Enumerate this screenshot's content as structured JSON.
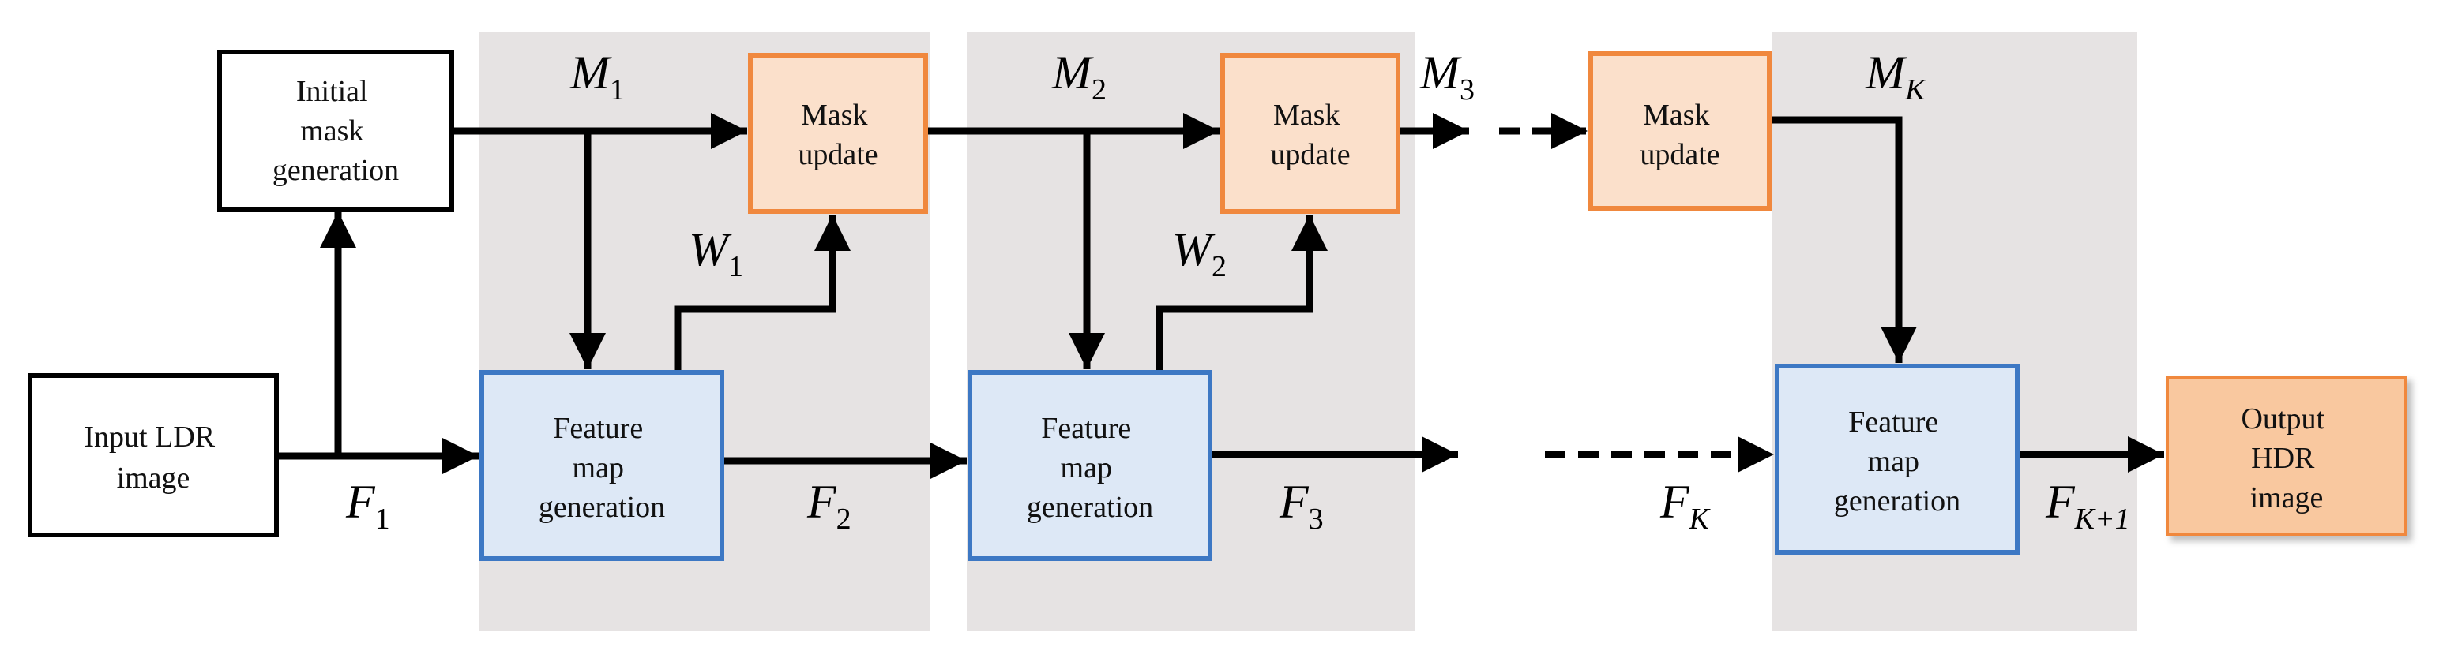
{
  "colors": {
    "stage_shade": "#e6e3e3",
    "feature_fill": "#dde8f6",
    "feature_stroke": "#3d78c4",
    "mask_fill": "#fbe0cb",
    "mask_stroke": "#f0883e",
    "output_fill": "#f9c89f",
    "plain_stroke": "#000000",
    "arrow": "#000000"
  },
  "boxes": {
    "input": [
      "Input LDR",
      "image"
    ],
    "initial_mask": [
      "Initial",
      "mask",
      "generation"
    ],
    "mask_update_1": [
      "Mask",
      "update"
    ],
    "mask_update_2": [
      "Mask",
      "update"
    ],
    "mask_update_k": [
      "Mask",
      "update"
    ],
    "feature_1": [
      "Feature",
      "map",
      "generation"
    ],
    "feature_2": [
      "Feature",
      "map",
      "generation"
    ],
    "feature_k": [
      "Feature",
      "map",
      "generation"
    ],
    "output": [
      "Output",
      "HDR",
      "image"
    ]
  },
  "labels": {
    "m1": {
      "base": "M",
      "sub": "1"
    },
    "m2": {
      "base": "M",
      "sub": "2"
    },
    "m3": {
      "base": "M",
      "sub": "3"
    },
    "mk": {
      "base": "M",
      "sub": "K"
    },
    "w1": {
      "base": "W",
      "sub": "1"
    },
    "w2": {
      "base": "W",
      "sub": "2"
    },
    "f1": {
      "base": "F",
      "sub": "1"
    },
    "f2": {
      "base": "F",
      "sub": "2"
    },
    "f3": {
      "base": "F",
      "sub": "3"
    },
    "fk": {
      "base": "F",
      "sub": "K"
    },
    "fk1": {
      "base": "F",
      "sub": "K+1"
    }
  }
}
